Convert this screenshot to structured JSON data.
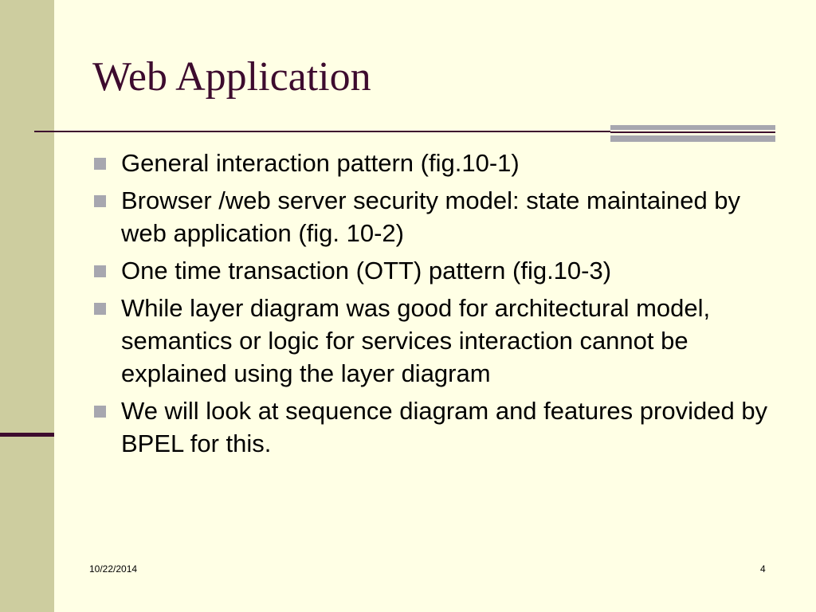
{
  "slide": {
    "title": "Web Application",
    "bullets": [
      "General interaction pattern (fig.10-1)",
      "Browser /web server security model: state maintained by web application (fig. 10-2)",
      "One time transaction (OTT) pattern (fig.10-3)",
      "While layer diagram was good for architectural model, semantics or logic for services interaction cannot be explained using the layer diagram",
      "We will look at sequence diagram and features provided by BPEL for this."
    ],
    "footer_date": "10/22/2014",
    "page_number": "4"
  },
  "colors": {
    "background": "#ffffe5",
    "side_band": "#cdcd9f",
    "accent": "#3d0b2e",
    "bullet_marker": "#a7a7af",
    "text": "#000000"
  },
  "icons": {
    "bullet": "square-bullet-icon"
  }
}
